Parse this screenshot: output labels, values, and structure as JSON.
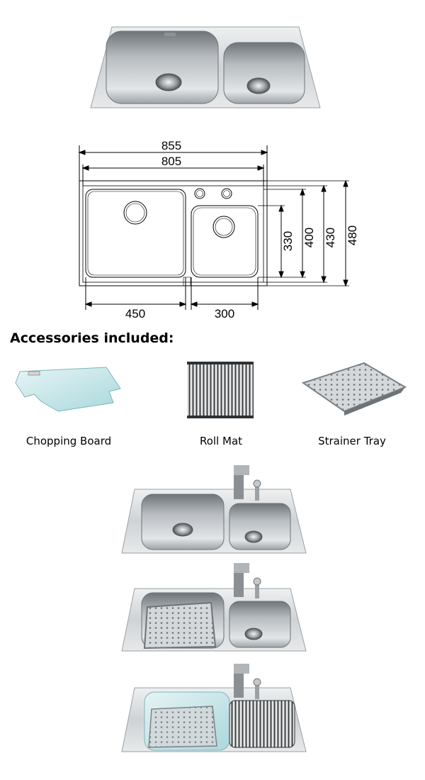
{
  "dimensions": {
    "overall_width": "855",
    "inner_width": "805",
    "bowl_height": "330",
    "height_400": "400",
    "height_430": "430",
    "overall_depth": "480",
    "large_bowl_width": "450",
    "small_bowl_width": "300"
  },
  "accessories": {
    "heading": "Accessories included:",
    "items": [
      {
        "label": "Chopping Board",
        "icon": "chopping-board-image"
      },
      {
        "label": "Roll Mat",
        "icon": "roll-mat-image"
      },
      {
        "label": "Strainer Tray",
        "icon": "strainer-tray-image"
      }
    ]
  },
  "colors": {
    "steel_light": "#e9ebec",
    "steel_mid": "#c7cbce",
    "steel_dark": "#8d9296",
    "glass": "#bfe3e6"
  }
}
